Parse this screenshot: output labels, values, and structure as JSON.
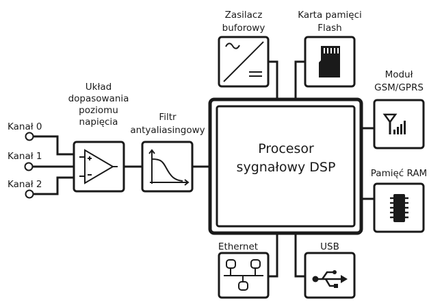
{
  "channels": [
    "Kanał 0",
    "Kanał 1",
    "Kanał 2"
  ],
  "amplifier_label": [
    "Układ",
    "dopasowania",
    "poziomu",
    "napięcia"
  ],
  "filter_label": [
    "Filtr",
    "antyaliasingowy"
  ],
  "dsp_label": [
    "Procesor",
    "sygnałowy DSP"
  ],
  "power_supply_label": [
    "Zasilacz",
    "buforowy"
  ],
  "flash_label": [
    "Karta pamięci",
    "Flash"
  ],
  "gsm_label": [
    "Moduł",
    "GSM/GPRS"
  ],
  "ram_label": [
    "Pamięć RAM"
  ],
  "ethernet_label": [
    "Ethernet"
  ],
  "usb_label": [
    "USB"
  ],
  "icons": {
    "amplifier": "op-amp-icon",
    "filter": "lowpass-filter-icon",
    "power_supply": "ac-dc-converter-icon",
    "flash": "sd-card-icon",
    "gsm": "antenna-signal-icon",
    "ram": "memory-chip-icon",
    "ethernet": "network-icon",
    "usb": "usb-icon"
  },
  "colors": {
    "stroke": "#1a1a1a",
    "background": "#ffffff"
  }
}
